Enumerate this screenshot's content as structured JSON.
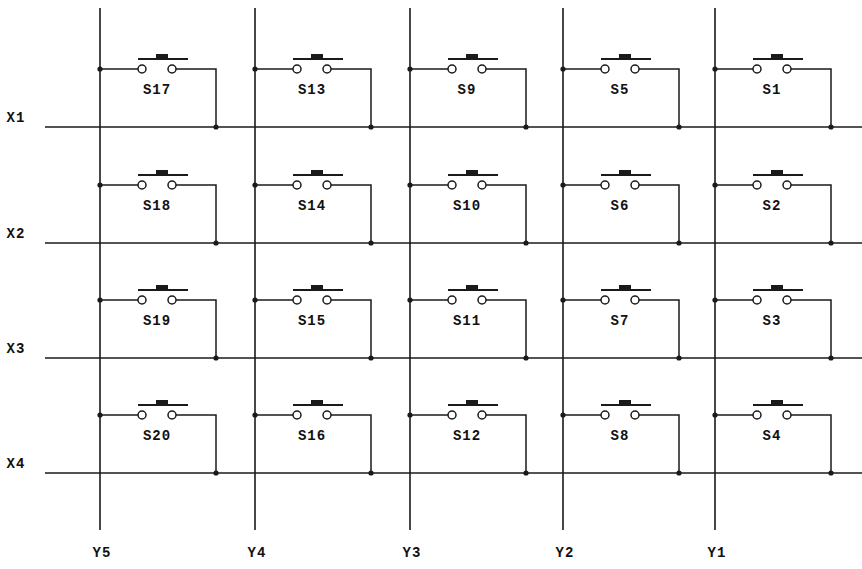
{
  "diagram": {
    "labels": [
      "X1",
      "X2",
      "X3",
      "X4",
      "Y5",
      "Y4",
      "Y3",
      "Y2",
      "Y1",
      "S17",
      "S13",
      "S9",
      "S5",
      "S1",
      "S18",
      "S14",
      "S10",
      "S6",
      "S2",
      "S19",
      "S15",
      "S11",
      "S7",
      "S3",
      "S20",
      "S16",
      "S12",
      "S8",
      "S4"
    ]
  }
}
